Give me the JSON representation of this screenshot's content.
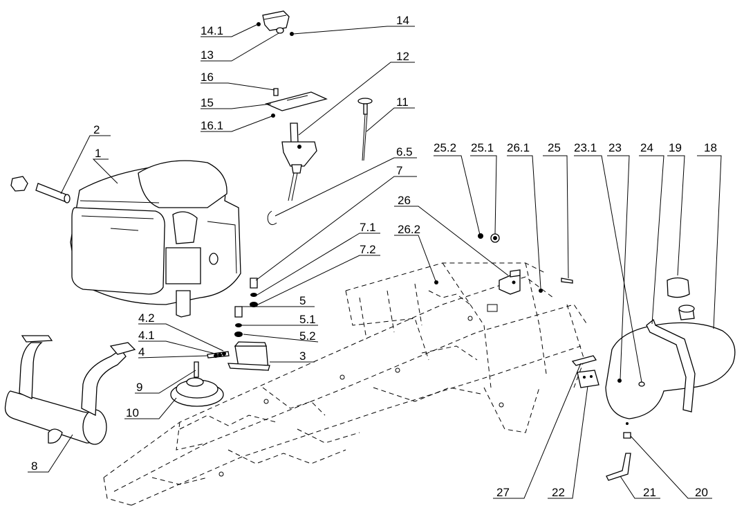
{
  "callouts": [
    {
      "id": "l-14-1",
      "text": "14.1"
    },
    {
      "id": "l-14",
      "text": "14"
    },
    {
      "id": "l-13",
      "text": "13"
    },
    {
      "id": "l-12",
      "text": "12"
    },
    {
      "id": "l-16",
      "text": "16"
    },
    {
      "id": "l-15",
      "text": "15"
    },
    {
      "id": "l-16-1",
      "text": "16.1"
    },
    {
      "id": "l-11",
      "text": "11"
    },
    {
      "id": "l-2",
      "text": "2"
    },
    {
      "id": "l-1",
      "text": "1"
    },
    {
      "id": "l-6-5",
      "text": "6.5"
    },
    {
      "id": "l-7",
      "text": "7"
    },
    {
      "id": "l-7-1",
      "text": "7.1"
    },
    {
      "id": "l-7-2",
      "text": "7.2"
    },
    {
      "id": "l-5",
      "text": "5"
    },
    {
      "id": "l-5-1",
      "text": "5.1"
    },
    {
      "id": "l-5-2",
      "text": "5.2"
    },
    {
      "id": "l-4-2",
      "text": "4.2"
    },
    {
      "id": "l-4-1",
      "text": "4.1"
    },
    {
      "id": "l-4",
      "text": "4"
    },
    {
      "id": "l-3",
      "text": "3"
    },
    {
      "id": "l-9",
      "text": "9"
    },
    {
      "id": "l-10",
      "text": "10"
    },
    {
      "id": "l-8",
      "text": "8"
    },
    {
      "id": "l-25-2",
      "text": "25.2"
    },
    {
      "id": "l-25-1",
      "text": "25.1"
    },
    {
      "id": "l-26-1",
      "text": "26.1"
    },
    {
      "id": "l-25",
      "text": "25"
    },
    {
      "id": "l-23-1",
      "text": "23.1"
    },
    {
      "id": "l-23",
      "text": "23"
    },
    {
      "id": "l-24",
      "text": "24"
    },
    {
      "id": "l-19",
      "text": "19"
    },
    {
      "id": "l-18",
      "text": "18"
    },
    {
      "id": "l-26",
      "text": "26"
    },
    {
      "id": "l-26-2",
      "text": "26.2"
    },
    {
      "id": "l-27",
      "text": "27"
    },
    {
      "id": "l-22",
      "text": "22"
    },
    {
      "id": "l-21",
      "text": "21"
    },
    {
      "id": "l-20",
      "text": "20"
    }
  ]
}
